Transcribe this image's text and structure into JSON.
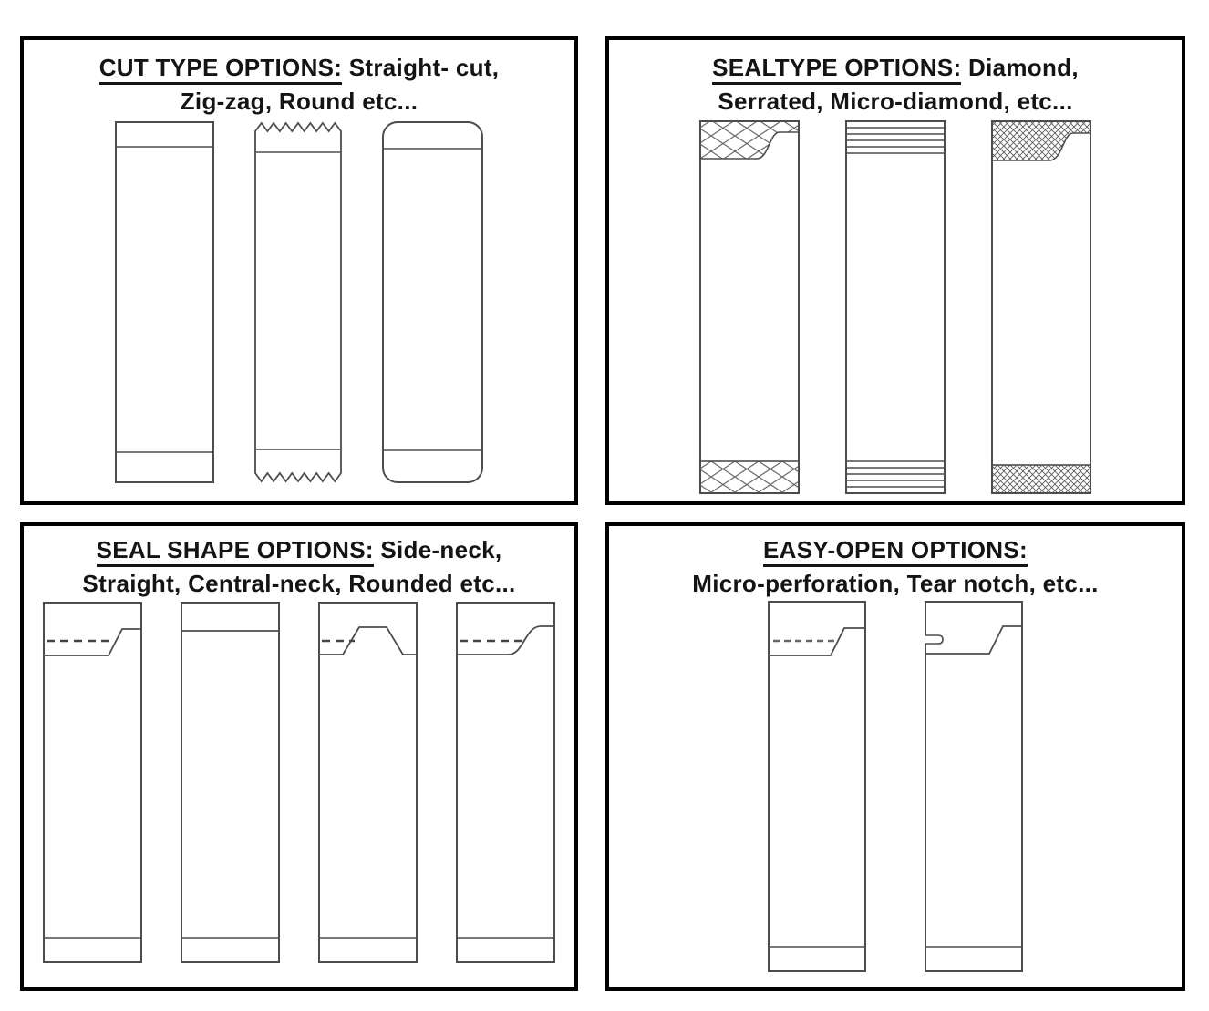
{
  "diagram": {
    "background": "#ffffff",
    "colors": {
      "panel_border": "#000000",
      "text": "#141414",
      "pack_outline": "#4d4d4d",
      "diamond_pattern": "#6a6a6a",
      "micro_diamond_pattern": "#5a5a5a"
    },
    "panels": [
      {
        "id": "cut-type",
        "title": {
          "underlined": "CUT TYPE OPTIONS:",
          "line1_rest": " Straight- cut,",
          "line2": "Zig-zag, Round etc..."
        },
        "illustrations": [
          "straight-cut-pack",
          "zig-zag-cut-pack",
          "round-cut-pack"
        ]
      },
      {
        "id": "seal-type",
        "title": {
          "underlined": "SEALTYPE OPTIONS:",
          "line1_rest": " Diamond,",
          "line2": "Serrated, Micro-diamond, etc..."
        },
        "illustrations": [
          "diamond-seal-pack",
          "serrated-seal-pack",
          "micro-diamond-seal-pack"
        ]
      },
      {
        "id": "seal-shape",
        "title": {
          "underlined": "SEAL SHAPE OPTIONS:",
          "line1_rest": " Side-neck,",
          "line2": "Straight, Central-neck, Rounded etc..."
        },
        "illustrations": [
          "side-neck-seal-pack",
          "straight-seal-pack",
          "central-neck-seal-pack",
          "rounded-seal-pack"
        ]
      },
      {
        "id": "easy-open",
        "title": {
          "underlined": "EASY-OPEN OPTIONS:",
          "line1_rest": "",
          "line2": "Micro-perforation, Tear notch, etc..."
        },
        "illustrations": [
          "micro-perforation-pack",
          "tear-notch-pack"
        ]
      }
    ]
  }
}
